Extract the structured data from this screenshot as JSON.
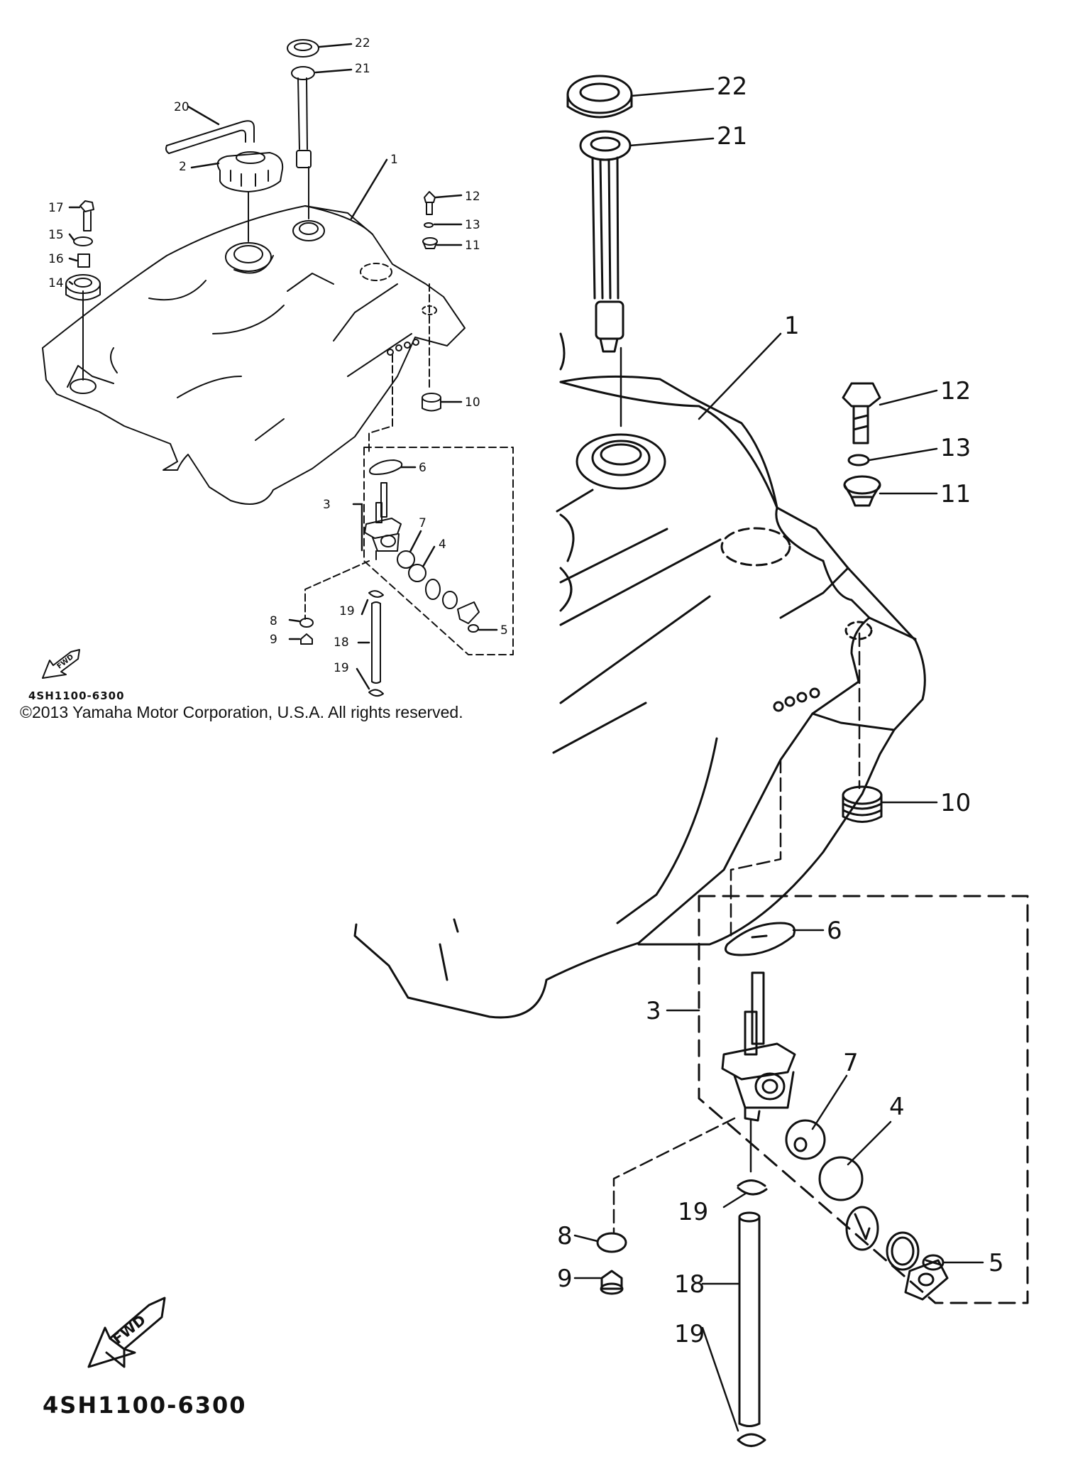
{
  "copyright": "©2013 Yamaha Motor Corporation, U.S.A. All rights reserved.",
  "diagram_code": "4SH1100-6300",
  "fwd_label": "FWD",
  "parts": [
    {
      "id": "p1",
      "number": "1"
    },
    {
      "id": "p2",
      "number": "2"
    },
    {
      "id": "p3",
      "number": "3"
    },
    {
      "id": "p4",
      "number": "4"
    },
    {
      "id": "p5",
      "number": "5"
    },
    {
      "id": "p6",
      "number": "6"
    },
    {
      "id": "p7",
      "number": "7"
    },
    {
      "id": "p8",
      "number": "8"
    },
    {
      "id": "p9",
      "number": "9"
    },
    {
      "id": "p10",
      "number": "10"
    },
    {
      "id": "p11",
      "number": "11"
    },
    {
      "id": "p12",
      "number": "12"
    },
    {
      "id": "p13",
      "number": "13"
    },
    {
      "id": "p14",
      "number": "14"
    },
    {
      "id": "p15",
      "number": "15"
    },
    {
      "id": "p16",
      "number": "16"
    },
    {
      "id": "p17",
      "number": "17"
    },
    {
      "id": "p18",
      "number": "18"
    },
    {
      "id": "p19",
      "number": "19"
    },
    {
      "id": "p20",
      "number": "20"
    },
    {
      "id": "p21",
      "number": "21"
    },
    {
      "id": "p22",
      "number": "22"
    }
  ],
  "colors": {
    "line": "#111111",
    "background": "#ffffff"
  }
}
